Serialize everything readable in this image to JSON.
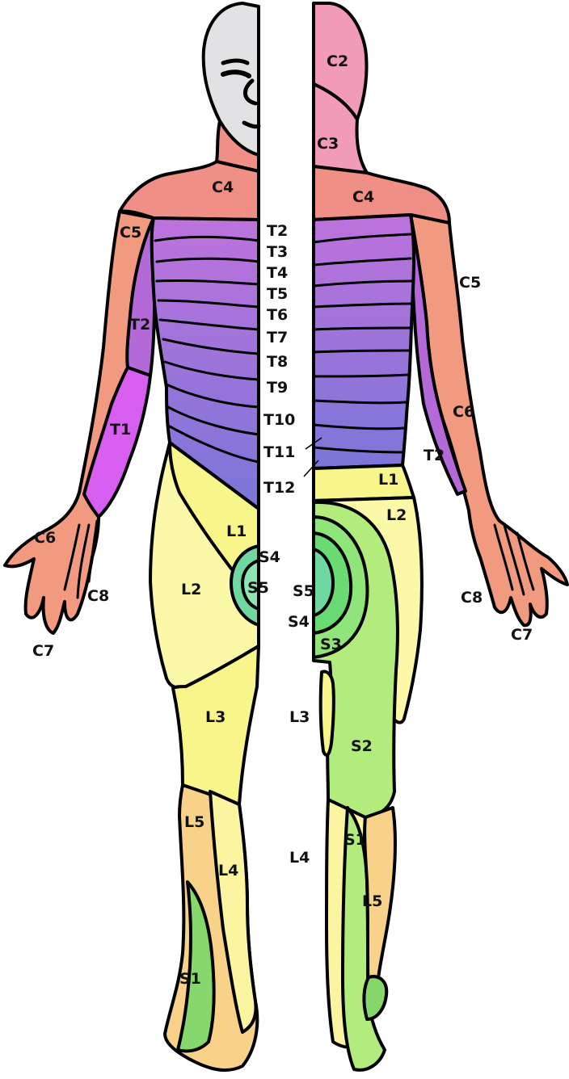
{
  "colors": {
    "face": "#e2e2e4",
    "cervical_high": "#f29bb8",
    "cervical": "#ef8f86",
    "arm": "#f19a80",
    "thoracic_top": "#be72dc",
    "thoracic_bottom": "#7a76d8",
    "t1_band": "#d85ef0",
    "lumbar": "#f8f58a",
    "lumbar_pale": "#fbf8a8",
    "l5": "#f8d288",
    "sacral": "#b2ec7c",
    "s2": "#9fe07c",
    "sacral_center": "#6fd8a0",
    "foot_green": "#86d86c"
  },
  "labels": {
    "left_c4": "C4",
    "left_c5": "C5",
    "left_t2": "T2",
    "left_t1": "T1",
    "left_c6": "C6",
    "left_c8": "C8",
    "left_c7": "C7",
    "left_l1": "L1",
    "left_l2": "L2",
    "left_s4": "S4",
    "left_s5": "S5",
    "left_l3": "L3",
    "left_l5": "L5",
    "left_l4": "L4",
    "left_s1": "S1",
    "right_c2": "C2",
    "right_c3": "C3",
    "right_c4": "C4",
    "right_c5": "C5",
    "right_c6": "C6",
    "right_t2": "T2",
    "right_l1": "L1",
    "right_l2": "L2",
    "right_s5": "S5",
    "right_s4": "S4",
    "right_s3": "S3",
    "right_c8": "C8",
    "right_c7": "C7",
    "right_l3": "L3",
    "right_s2": "S2",
    "right_l4": "L4",
    "right_s1": "S1",
    "right_l5": "L5",
    "mid_t2": "T2",
    "mid_t3": "T3",
    "mid_t4": "T4",
    "mid_t5": "T5",
    "mid_t6": "T6",
    "mid_t7": "T7",
    "mid_t8": "T8",
    "mid_t9": "T9",
    "mid_t10": "T10",
    "mid_t11": "T11",
    "mid_t12": "T12"
  }
}
